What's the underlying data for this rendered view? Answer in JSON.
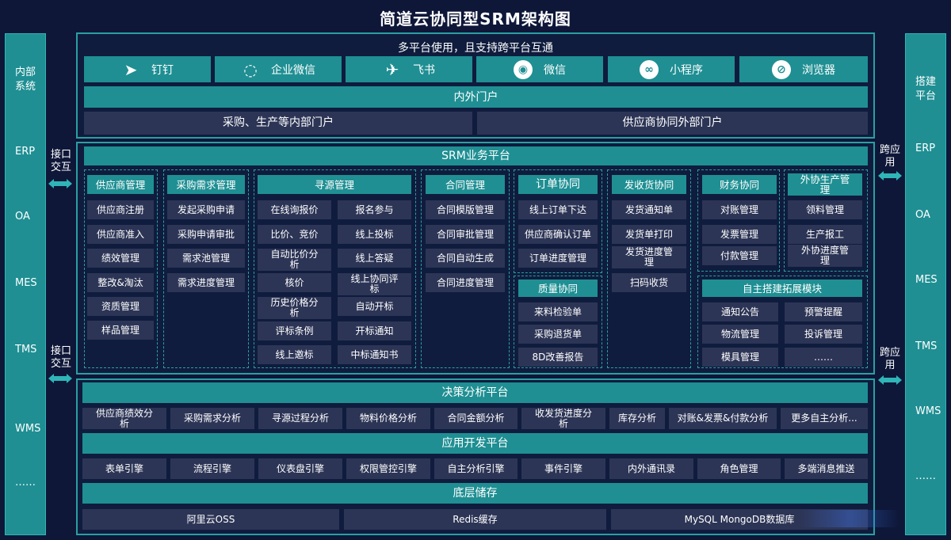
{
  "title": "简道云协同型SRM架构图",
  "left_panel": {
    "title": "内部\n系统",
    "items": [
      "ERP",
      "OA",
      "MES",
      "TMS",
      "WMS",
      "……"
    ]
  },
  "right_panel": {
    "title": "搭建\n平台",
    "items": [
      "ERP",
      "OA",
      "MES",
      "TMS",
      "WMS",
      "……"
    ]
  },
  "interface_labels": {
    "left_top": "接口\n交互",
    "left_bottom": "接口\n交互",
    "right_top": "跨应\n用",
    "right_bottom": "跨应\n用"
  },
  "top_section": {
    "heading": "多平台使用，且支持跨平台互通",
    "platforms": [
      {
        "label": "钉钉",
        "icon": "dingtalk-icon",
        "glyph": "➤"
      },
      {
        "label": "企业微信",
        "icon": "wecom-icon",
        "glyph": "◌"
      },
      {
        "label": "飞书",
        "icon": "feishu-icon",
        "glyph": "✈"
      },
      {
        "label": "微信",
        "icon": "wechat-icon",
        "glyph": "◉"
      },
      {
        "label": "小程序",
        "icon": "mini-program-icon",
        "glyph": "∞"
      },
      {
        "label": "浏览器",
        "icon": "compass-icon",
        "glyph": "⊘"
      }
    ],
    "portal_bar": "内外门户",
    "internal_portal": "采购、生产等内部门户",
    "external_portal": "供应商协同外部门户"
  },
  "srm": {
    "heading": "SRM业务平台",
    "supplier_mgmt": {
      "header": "供应商管理",
      "items": [
        "供应商注册",
        "供应商准入",
        "绩效管理",
        "整改&淘汰",
        "资质管理",
        "样品管理"
      ]
    },
    "demand_mgmt": {
      "header": "采购需求管理",
      "items": [
        "发起采购申请",
        "采购申请审批",
        "需求池管理",
        "需求进度管理"
      ]
    },
    "sourcing": {
      "header": "寻源管理",
      "left_items": [
        "在线询报价",
        "比价、竞价",
        "自动比价分\n析",
        "核价",
        "历史价格分\n析",
        "评标条例",
        "线上邀标"
      ],
      "right_items": [
        "报名参与",
        "线上投标",
        "线上答疑",
        "线上协同评\n标",
        "自动开标",
        "开标通知",
        "中标通知书"
      ]
    },
    "contract": {
      "header": "合同管理",
      "items": [
        "合同模版管理",
        "合同审批管理",
        "合同自动生成",
        "合同进度管理"
      ]
    },
    "order": {
      "header": "订单协同",
      "items": [
        "线上订单下达",
        "供应商确认订单",
        "订单进度管理"
      ]
    },
    "quality": {
      "header": "质量协同",
      "items": [
        "来料检验单",
        "采购退货单",
        "8D改善报告"
      ]
    },
    "delivery": {
      "header": "发收货协同",
      "items": [
        "发货通知单",
        "发货单打印",
        "发货进度管\n理",
        "扫码收货"
      ]
    },
    "finance": {
      "header": "财务协同",
      "items": [
        "对账管理",
        "发票管理",
        "付款管理"
      ]
    },
    "outsource": {
      "header": "外协生产管\n理",
      "items": [
        "领料管理",
        "生产报工",
        "外协进度管\n理"
      ]
    },
    "extension": {
      "header": "自主搭建拓展模块",
      "items": [
        "通知公告",
        "预警提醒",
        "物流管理",
        "投诉管理",
        "模具管理",
        "……"
      ]
    }
  },
  "decision": {
    "heading": "决策分析平台",
    "items": [
      "供应商绩效分\n析",
      "采购需求分析",
      "寻源过程分析",
      "物料价格分析",
      "合同金额分析",
      "收发货进度分\n析",
      "库存分析",
      "对账&发票&付款分析",
      "更多自主分析..."
    ]
  },
  "appdev": {
    "heading": "应用开发平台",
    "items": [
      "表单引擎",
      "流程引擎",
      "仪表盘引擎",
      "权限管控引擎",
      "自主分析引擎",
      "事件引擎",
      "内外通讯录",
      "角色管理",
      "多端消息推送"
    ]
  },
  "storage": {
    "heading": "底层储存",
    "items": [
      "阿里云OSS",
      "Redis缓存",
      "MySQL MongoDB数据库"
    ]
  },
  "colors": {
    "background": "#0e1738",
    "teal": "#1f8f93",
    "dark_box": "#2d3556",
    "border": "#2a9fa4"
  }
}
